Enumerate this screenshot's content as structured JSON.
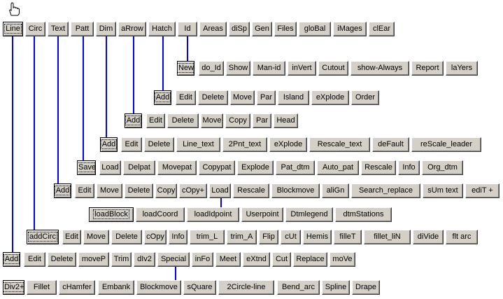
{
  "rows": [
    {
      "id": "main",
      "items": [
        "Line",
        "Circ",
        "Text",
        "Patt",
        "Dim",
        "aRrow",
        "Hatch",
        "Id",
        "Areas",
        "diSp",
        "Gen",
        "Files",
        "gloBal",
        "iMages",
        "clEar"
      ]
    },
    {
      "id": "id",
      "items": [
        "New",
        "do_Id",
        "Show",
        "Man-id",
        "inVert",
        "Cutout",
        "show-Always",
        "Report",
        "laYers"
      ]
    },
    {
      "id": "hatch",
      "items": [
        "Add",
        "Edit",
        "Delete",
        "Move",
        "Par",
        "Island",
        "eXplode",
        "Order"
      ]
    },
    {
      "id": "arrow",
      "items": [
        "Add",
        "Edit",
        "Delete",
        "Move",
        "Copy",
        "Par",
        "Head"
      ]
    },
    {
      "id": "dim",
      "items": [
        "Add",
        "Edit",
        "Delete",
        "Line_text",
        "2Pnt_text",
        "eXplode",
        "Rescale_text",
        "deFault",
        "reScale_leader"
      ]
    },
    {
      "id": "patt",
      "items": [
        "Save",
        "Load",
        "Delpat",
        "Movepat",
        "Copypat",
        "Explode",
        "Pat_dtm",
        "Auto_pat",
        "Rescale",
        "Info",
        "Org_dtm"
      ]
    },
    {
      "id": "text",
      "items": [
        "Add",
        "Edit",
        "Move",
        "Delete",
        "Copy",
        "cOpy+",
        "Load",
        "Rescale",
        "Blockmove",
        "aliGn",
        "Search_replace",
        "sUm text",
        "ediT +"
      ]
    },
    {
      "id": "textload",
      "items": [
        "loadBlock",
        "loadCoord",
        "loadIdpoint",
        "Userpoint",
        "Dtmlegend",
        "dtmStations"
      ]
    },
    {
      "id": "circ",
      "items": [
        "addCirc",
        "Edit",
        "Move",
        "Delete",
        "cOpy",
        "Info",
        "trim_L",
        "trim_A",
        "Flip",
        "cUt",
        "Hemis",
        "filleT",
        "fillet_liN",
        "diVide",
        "flt arc"
      ]
    },
    {
      "id": "line",
      "items": [
        "Add",
        "Edit",
        "Delete",
        "moveP",
        "Trim",
        "dIv2",
        "Special",
        "inFo",
        "Meet",
        "eXtnd",
        "Cut",
        "Replace",
        "moVe"
      ]
    },
    {
      "id": "special",
      "items": [
        "Div2+",
        "Fillet",
        "cHamfer",
        "Embank",
        "Blockmove",
        "sQuare",
        "2Circle-line",
        "Bend_arc",
        "Spline",
        "Drape"
      ]
    }
  ],
  "cursor_icon": "hand-pointer-icon",
  "colors": {
    "connector": "#0000ff",
    "button_face": "#d4d0c8"
  }
}
